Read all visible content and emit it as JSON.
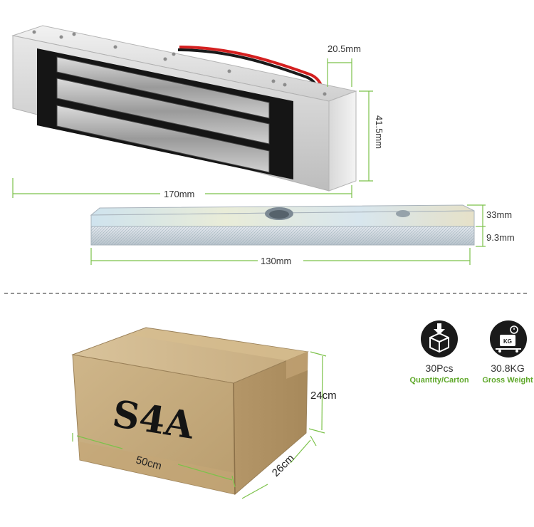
{
  "lock": {
    "depth_label": "20.5mm",
    "height_label": "41.5mm",
    "length_label": "170mm"
  },
  "armature": {
    "width_label": "33mm",
    "thickness_label": "9.3mm",
    "length_label": "130mm"
  },
  "carton": {
    "marking": "S4A",
    "height_label": "24cm",
    "length_label": "50cm",
    "width_label": "26cm"
  },
  "stats": [
    {
      "icon": "box-download-icon",
      "value": "30Pcs",
      "caption": "Quantity/Carton"
    },
    {
      "icon": "scale-kg-icon",
      "value": "30.8KG",
      "caption": "Gross Weight",
      "badge": "KG"
    }
  ],
  "colors": {
    "dimension_line": "#7cc24a",
    "caption_green": "#5fa82a",
    "icon_bg": "#1a1a1a",
    "cardboard": "#c8ad80"
  }
}
